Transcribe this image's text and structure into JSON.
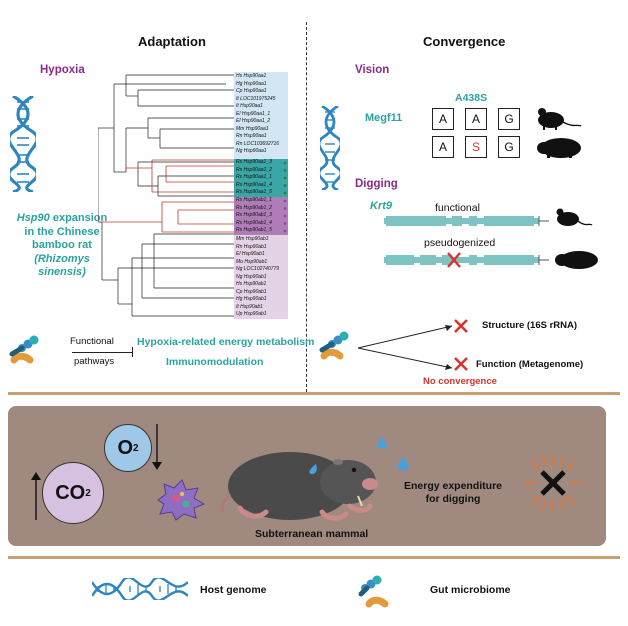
{
  "left_title": "Adaptation",
  "right_title": "Convergence",
  "hypoxia_label": "Hypoxia",
  "hsp_caption": {
    "line1_italic": "Hsp90",
    "line1_rest": " expansion",
    "line2": "in the Chinese",
    "line3": "bamboo rat",
    "line4": "(Rhizomys sinensis)"
  },
  "tree_leaves_top": [
    "Hs Hsp90aa1",
    "Hg Hsp90aa1",
    "Cp Hsp90aa1",
    "It LOC101975245",
    "It Hsp90aa1",
    "El Hsp90aa1_1",
    "El Hsp90aa1_2",
    "Mm Hsp90aa1",
    "Rn Hsp90aa1",
    "Rn LOC103692716",
    "Ng Hsp90aa1"
  ],
  "tree_leaves_rs_aa": [
    "Rs Hsp90aa1_3",
    "Rs Hsp90aa1_2",
    "Rs Hsp90aa1_1",
    "Rs Hsp90aa1_4",
    "Rs Hsp90aa1_5"
  ],
  "tree_leaves_rs_ab": [
    "Rs Hsp90ab1_1",
    "Rs Hsp90ab1_2",
    "Rs Hsp90ab1_3",
    "Rs Hsp90ab1_4",
    "Rs Hsp90ab1_5"
  ],
  "tree_leaves_bottom": [
    "Mm Hsp90ab1",
    "Rn Hsp90ab1",
    "El Hsp90ab1",
    "Mo Hsp90ab1",
    "Ng LOC102740779",
    "Ng Hsp90ab1",
    "Hs Hsp90ab1",
    "Cp Hsp90ab1",
    "Hg Hsp90ab1",
    "It Hsp90ab1",
    "Up Hsp90ab1"
  ],
  "functional_label": "Functional",
  "pathways_label": "pathways",
  "pathway1": "Hypoxia-related energy metabolism",
  "pathway2": "Immunomodulation",
  "vision_label": "Vision",
  "gene_megf11": "Megf11",
  "mutation": "A438S",
  "row1": [
    "A",
    "A",
    "G"
  ],
  "row2": [
    "A",
    "S",
    "G"
  ],
  "digging_label": "Digging",
  "gene_krt9": "Krt9",
  "functional_text": "functional",
  "pseudogenized_text": "pseudogenized",
  "structure_text": "Structure (16S rRNA)",
  "function_text": "Function (Metagenome)",
  "no_convergence": "No convergence",
  "o2": "O",
  "o2_sub": "2",
  "co2": "CO",
  "co2_sub": "2",
  "energy_line1": "Energy expenditure",
  "energy_line2": "for digging",
  "subterranean": "Subterranean mammal",
  "legend_host": "Host genome",
  "legend_gut": "Gut microbiome",
  "colors": {
    "teal": "#2aa3a0",
    "purple": "#8b2a8b",
    "box_bg": "#a08a80",
    "tree_blue": "#d3e6f4",
    "tree_pink": "#e4d3e6",
    "red": "#d9342b",
    "separator": "#c9a070"
  }
}
